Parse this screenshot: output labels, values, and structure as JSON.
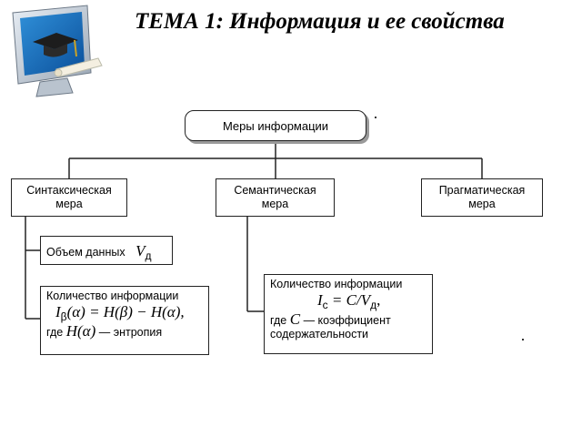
{
  "title": "ТЕМА 1: Информация и ее свойства",
  "diagram": {
    "root": "Меры информации",
    "measures": [
      {
        "label_line1": "Синтаксическая",
        "label_line2": "мера"
      },
      {
        "label_line1": "Семантическая",
        "label_line2": "мера"
      },
      {
        "label_line1": "Прагматическая",
        "label_line2": "мера"
      }
    ],
    "syntactic": {
      "volume_label": "Объем данных",
      "volume_symbol": "V",
      "volume_sub": "д",
      "quantity_label": "Количество информации",
      "formula_I": "I",
      "formula_sub": "β",
      "formula_rest": "(α) = H(β) − H(α),",
      "where": "где",
      "entropy_symbol": "H(α)",
      "entropy_text": "— энтропия"
    },
    "semantic": {
      "quantity_label": "Количество информации",
      "formula_I": "I",
      "formula_sub": "c",
      "formula_mid": " = C/V",
      "formula_sub2": "д",
      "formula_end": ",",
      "where": "где",
      "c_symbol": "C",
      "c_text": "— коэффициент",
      "c_text2": "содержательности"
    }
  }
}
